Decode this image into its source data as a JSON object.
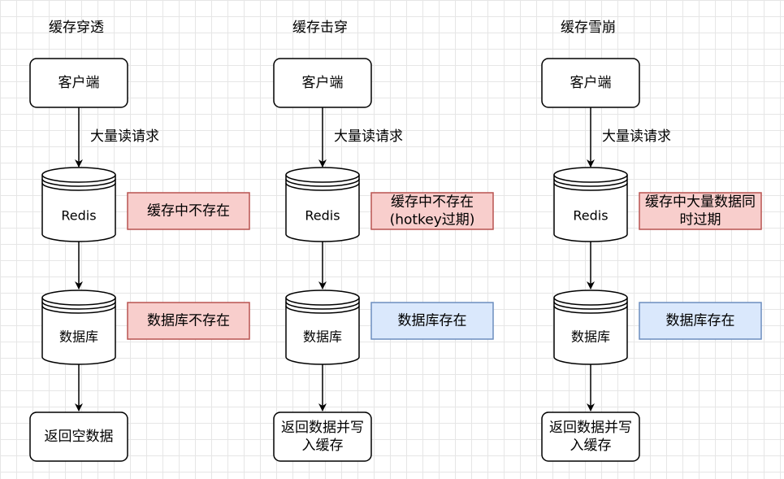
{
  "colors": {
    "red_fill": "#f8cecc",
    "red_stroke": "#b85450",
    "blue_fill": "#dae8fc",
    "blue_stroke": "#6c8ebf",
    "line": "#000000"
  },
  "columns": [
    {
      "id": "penetration",
      "title": "缓存穿透",
      "client": "客户端",
      "edge_label": "大量读请求",
      "redis": "Redis",
      "redis_note": [
        "缓存中不存在"
      ],
      "redis_note_color": "red",
      "db": "数据库",
      "db_note": [
        "数据库不存在"
      ],
      "db_note_color": "red",
      "result": [
        "返回空数据"
      ]
    },
    {
      "id": "breakdown",
      "title": "缓存击穿",
      "client": "客户端",
      "edge_label": "大量读请求",
      "redis": "Redis",
      "redis_note": [
        "缓存中不存在",
        "(hotkey过期)"
      ],
      "redis_note_color": "red",
      "db": "数据库",
      "db_note": [
        "数据库存在"
      ],
      "db_note_color": "blue",
      "result": [
        "返回数据并写",
        "入缓存"
      ]
    },
    {
      "id": "avalanche",
      "title": "缓存雪崩",
      "client": "客户端",
      "edge_label": "大量读请求",
      "redis": "Redis",
      "redis_note": [
        "缓存中大量数据同",
        "时过期"
      ],
      "redis_note_color": "red",
      "db": "数据库",
      "db_note": [
        "数据库存在"
      ],
      "db_note_color": "blue",
      "result": [
        "返回数据并写",
        "入缓存"
      ]
    }
  ]
}
